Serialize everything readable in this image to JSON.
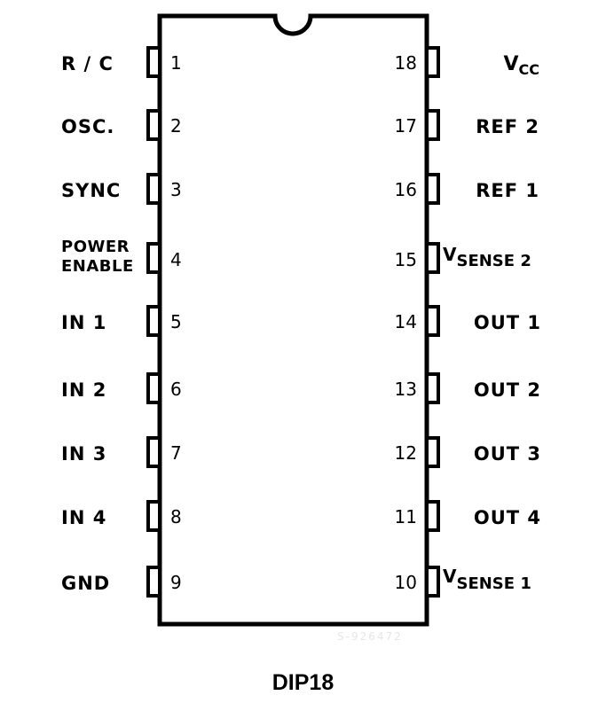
{
  "package": "DIP18",
  "ref_code": "S-926472",
  "left_pins": [
    {
      "num": "1",
      "label": "R / C"
    },
    {
      "num": "2",
      "label": "OSC."
    },
    {
      "num": "3",
      "label": "SYNC"
    },
    {
      "num": "4",
      "label_line1": "POWER",
      "label_line2": "ENABLE"
    },
    {
      "num": "5",
      "label": "IN 1"
    },
    {
      "num": "6",
      "label": "IN 2"
    },
    {
      "num": "7",
      "label": "IN 3"
    },
    {
      "num": "8",
      "label": "IN 4"
    },
    {
      "num": "9",
      "label": "GND"
    }
  ],
  "right_pins": [
    {
      "num": "18",
      "label_main": "V",
      "label_sub": "CC"
    },
    {
      "num": "17",
      "label": "REF 2"
    },
    {
      "num": "16",
      "label": "REF 1"
    },
    {
      "num": "15",
      "label_main": "V",
      "label_sub": "SENSE 2"
    },
    {
      "num": "14",
      "label": "OUT 1"
    },
    {
      "num": "13",
      "label": "OUT 2"
    },
    {
      "num": "12",
      "label": "OUT 3"
    },
    {
      "num": "11",
      "label": "OUT 4"
    },
    {
      "num": "10",
      "label_main": "V",
      "label_sub": "SENSE 1"
    }
  ]
}
